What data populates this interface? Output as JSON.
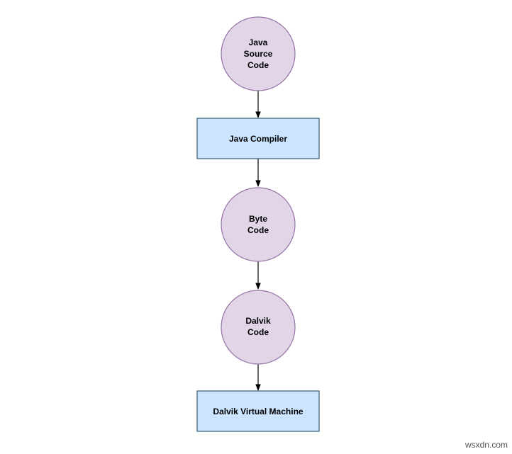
{
  "nodes": [
    {
      "shape": "circle",
      "lines": [
        "Java",
        "Source",
        "Code"
      ]
    },
    {
      "shape": "rect",
      "lines": [
        "Java Compiler"
      ]
    },
    {
      "shape": "circle",
      "lines": [
        "Byte",
        "Code"
      ]
    },
    {
      "shape": "circle",
      "lines": [
        "Dalvik",
        "Code"
      ]
    },
    {
      "shape": "rect",
      "lines": [
        "Dalvik Virtual Machine"
      ]
    }
  ],
  "edges": [
    {
      "from": 0,
      "to": 1
    },
    {
      "from": 1,
      "to": 2
    },
    {
      "from": 2,
      "to": 3
    },
    {
      "from": 3,
      "to": 4
    }
  ],
  "colors": {
    "circle_fill": "#e1d5e7",
    "circle_stroke": "#9673a6",
    "rect_fill": "#cce5ff",
    "rect_stroke": "#36596e",
    "arrow": "#000000"
  },
  "watermark": "wsxdn.com"
}
